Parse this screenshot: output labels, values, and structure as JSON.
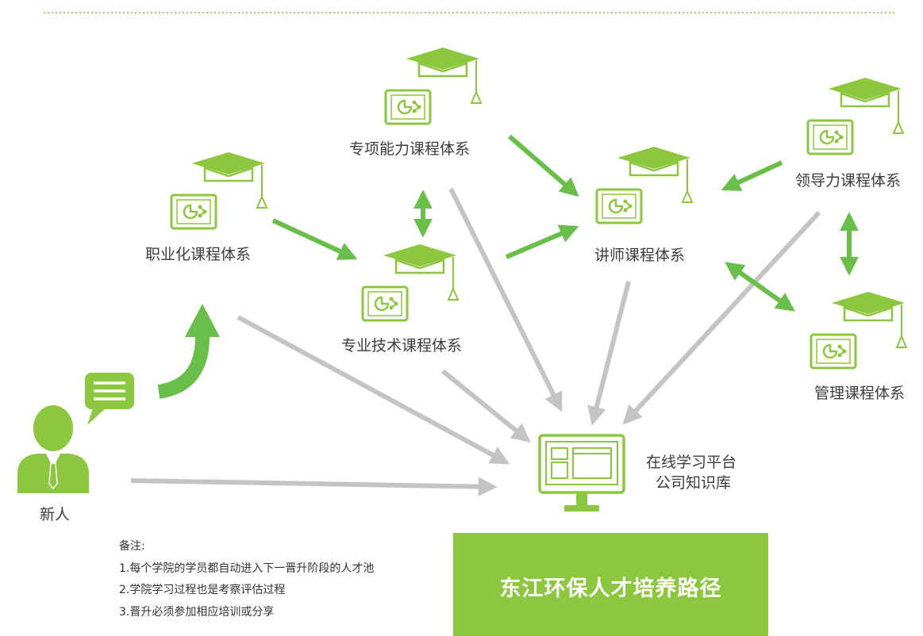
{
  "colors": {
    "accent": "#8dc63f",
    "arrow_green": "#6abf4b",
    "arrow_gray": "#c4c4c4",
    "text": "#3c3c3c"
  },
  "nodes": {
    "professional": "职业化课程体系",
    "special_ability": "专项能力课程体系",
    "technical": "专业技术课程体系",
    "lecturer": "讲师课程体系",
    "leadership": "领导力课程体系",
    "management": "管理课程体系",
    "newcomer": "新人",
    "platform_line1": "在线学习平台",
    "platform_line2": "公司知识库"
  },
  "icons": {
    "course_system": "graduation-cap-monitor-icon",
    "person": "person-icon",
    "speech": "speech-bubble-icon",
    "platform": "computer-monitor-icon"
  },
  "notes": {
    "heading": "备注:",
    "items": [
      "1.每个学院的学员都自动进入下一晋升阶段的人才池",
      "2.学院学习过程也是考察评估过程",
      "3.晋升必须参加相应培训或分享"
    ]
  },
  "title": "东江环保人才培养路径"
}
